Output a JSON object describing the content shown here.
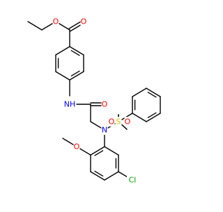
{
  "atom_labels": {
    "ester_o_single": "O",
    "ester_o_double": "O",
    "amide_nh": "NH",
    "amide_o": "O",
    "sulfonamide_n": "N",
    "sulfur": "S",
    "sulfonyl_o_left": "O",
    "sulfonyl_o_right": "O",
    "methoxy_o": "O",
    "chlorine": "Cl"
  },
  "colors": {
    "bond": "#000000",
    "carbon_text": "#000000",
    "oxygen": "#ff0000",
    "nitrogen": "#0000ff",
    "sulfur": "#cccc00",
    "chlorine": "#00a000"
  }
}
